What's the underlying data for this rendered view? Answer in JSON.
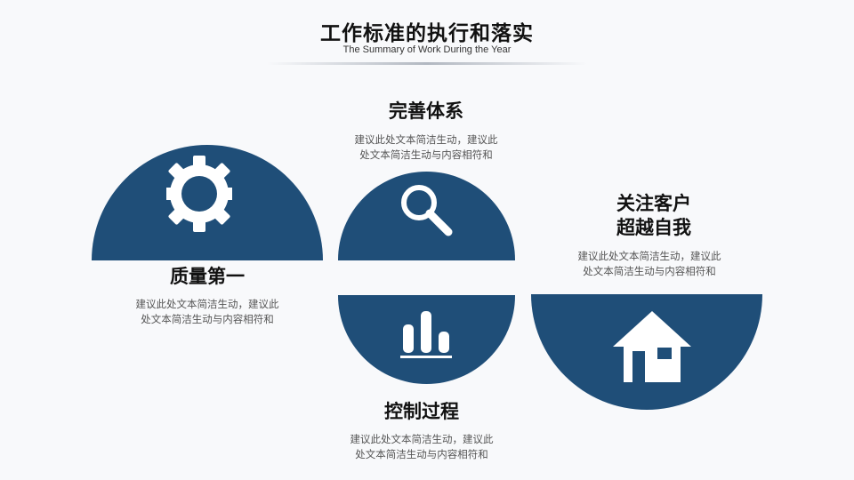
{
  "header": {
    "title": "工作标准的执行和落实",
    "subtitle": "The Summary of Work During the Year"
  },
  "items": [
    {
      "heading": "质量第一",
      "desc_line1": "建议此处文本简洁生动，建议此",
      "desc_line2": "处文本简洁生动与内容相符和",
      "icon": "gear-icon"
    },
    {
      "heading": "完善体系",
      "desc_line1": "建议此处文本简洁生动，建议此",
      "desc_line2": "处文本简洁生动与内容相符和",
      "icon": "search-icon"
    },
    {
      "heading": "控制过程",
      "desc_line1": "建议此处文本简洁生动，建议此",
      "desc_line2": "处文本简洁生动与内容相符和",
      "icon": "bar-chart-icon"
    },
    {
      "heading_line1": "关注客户",
      "heading_line2": "超越自我",
      "desc_line1": "建议此处文本简洁生动，建议此",
      "desc_line2": "处文本简洁生动与内容相符和",
      "icon": "home-icon"
    }
  ],
  "colors": {
    "shape": "#1f4e78",
    "background": "#f8f9fb"
  }
}
